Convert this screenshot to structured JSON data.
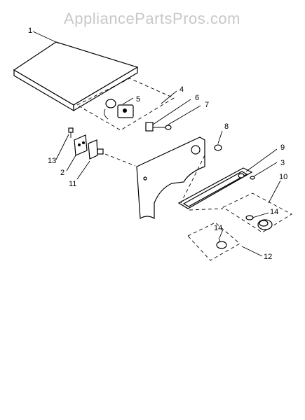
{
  "watermark": "AppliancePartsPros.com",
  "callouts": [
    {
      "id": "1",
      "label": "1"
    },
    {
      "id": "2",
      "label": "2"
    },
    {
      "id": "3",
      "label": "3"
    },
    {
      "id": "4",
      "label": "4"
    },
    {
      "id": "5",
      "label": "5"
    },
    {
      "id": "6",
      "label": "6"
    },
    {
      "id": "7",
      "label": "7"
    },
    {
      "id": "8",
      "label": "8"
    },
    {
      "id": "9",
      "label": "9"
    },
    {
      "id": "10",
      "label": "10"
    },
    {
      "id": "11",
      "label": "11"
    },
    {
      "id": "12",
      "label": "12"
    },
    {
      "id": "13",
      "label": "13"
    },
    {
      "id": "14a",
      "label": "14"
    },
    {
      "id": "14b",
      "label": "14"
    }
  ]
}
